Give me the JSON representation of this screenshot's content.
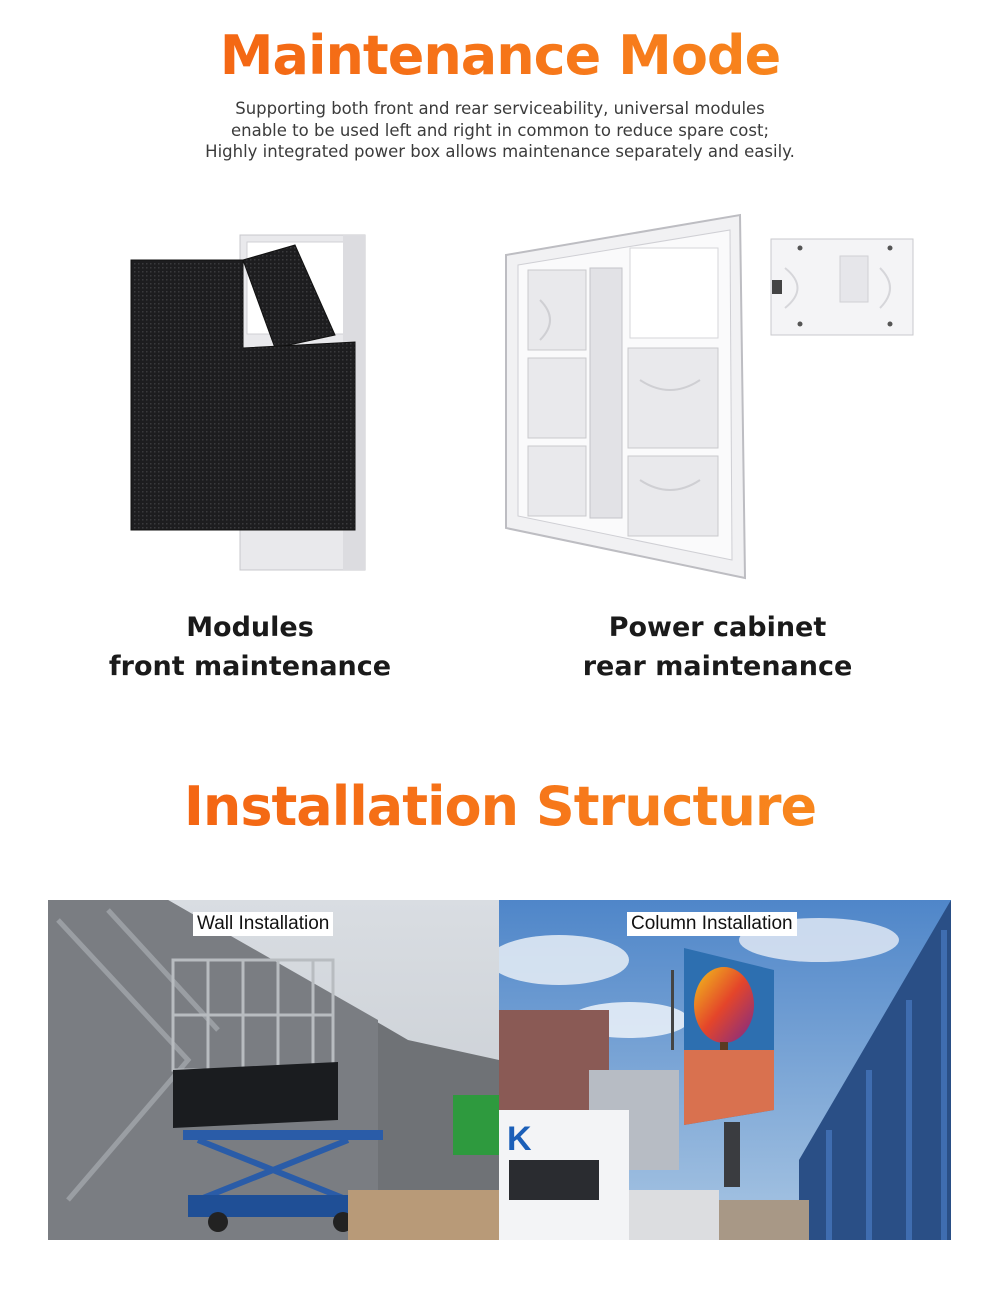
{
  "maintenance": {
    "title": "Maintenance Mode",
    "subtitle_lines": [
      "Supporting both front and rear serviceability, universal modules",
      "enable to be used left and right in common to reduce spare cost;",
      "Highly integrated power box allows maintenance separately and easily."
    ],
    "left_caption": [
      "Modules",
      "front maintenance"
    ],
    "right_caption": [
      "Power cabinet",
      "rear maintenance"
    ]
  },
  "installation": {
    "title": "Installation Structure",
    "wall_label": "Wall Installation",
    "column_label": "Column Installation"
  },
  "colors": {
    "title_orange": "#f26a13",
    "text_dark": "#1a1a1a",
    "text_body": "#3b3b3b"
  }
}
